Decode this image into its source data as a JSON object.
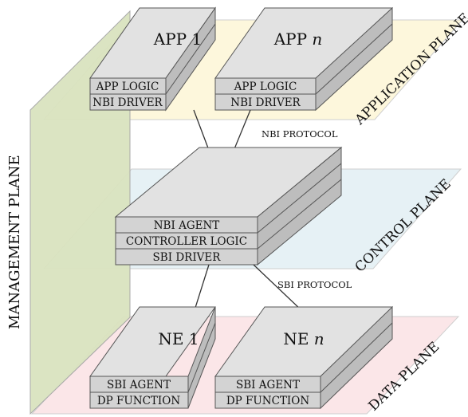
{
  "diagram": {
    "planes": {
      "management": "MANAGEMENT PLANE",
      "application": "APPLICATION PLANE",
      "control": "CONTROL PLANE",
      "data": "DATA PLANE"
    },
    "protocols": {
      "nbi": "NBI PROTOCOL",
      "sbi": "SBI PROTOCOL"
    },
    "apps": [
      {
        "title_prefix": "APP ",
        "title_suffix": "1",
        "logic": "APP LOGIC",
        "driver": "NBI DRIVER"
      },
      {
        "title_prefix": "APP ",
        "title_suffix": "n",
        "logic": "APP LOGIC",
        "driver": "NBI DRIVER"
      }
    ],
    "controller": {
      "agent": "NBI AGENT",
      "logic": "CONTROLLER LOGIC",
      "driver": "SBI DRIVER"
    },
    "network_elements": [
      {
        "title_prefix": "NE ",
        "title_suffix": "1",
        "agent": "SBI AGENT",
        "function": "DP FUNCTION"
      },
      {
        "title_prefix": "NE ",
        "title_suffix": "n",
        "agent": "SBI AGENT",
        "function": "DP FUNCTION"
      }
    ],
    "colors": {
      "management_plane": "#d9e3bf",
      "application_plane": "#fdf7dc",
      "control_plane": "#e6f1f5",
      "data_plane": "#fbe6e8",
      "box_face": "#e2e2e2",
      "box_side": "#bdbdbd",
      "label_band": "#d3d3d3"
    }
  }
}
